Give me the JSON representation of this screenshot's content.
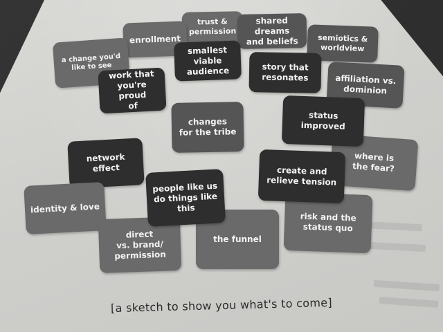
{
  "cards": [
    {
      "text": "trust &\npermission"
    },
    {
      "text": "shared dreams\nand beliefs"
    },
    {
      "text": "enrollment"
    },
    {
      "text": "semiotics &\nworldview"
    },
    {
      "text": "a change you'd\nlike to see"
    },
    {
      "text": "smallest viable\naudience"
    },
    {
      "text": "story that\nresonates"
    },
    {
      "text": "work that\nyou're proud\nof"
    },
    {
      "text": "affiliation vs.\ndominion"
    },
    {
      "text": "changes\nfor the tribe"
    },
    {
      "text": "status\nimproved"
    },
    {
      "text": "network effect"
    },
    {
      "text": "where is\nthe fear?"
    },
    {
      "text": "create and\nrelieve tension"
    },
    {
      "text": "people like us\ndo things like\nthis"
    },
    {
      "text": "identity & love"
    },
    {
      "text": "risk and the\nstatus quo"
    },
    {
      "text": "direct\nvs. brand/\npermission"
    },
    {
      "text": "the funnel"
    }
  ],
  "caption": "[a sketch to show you what's to come]"
}
